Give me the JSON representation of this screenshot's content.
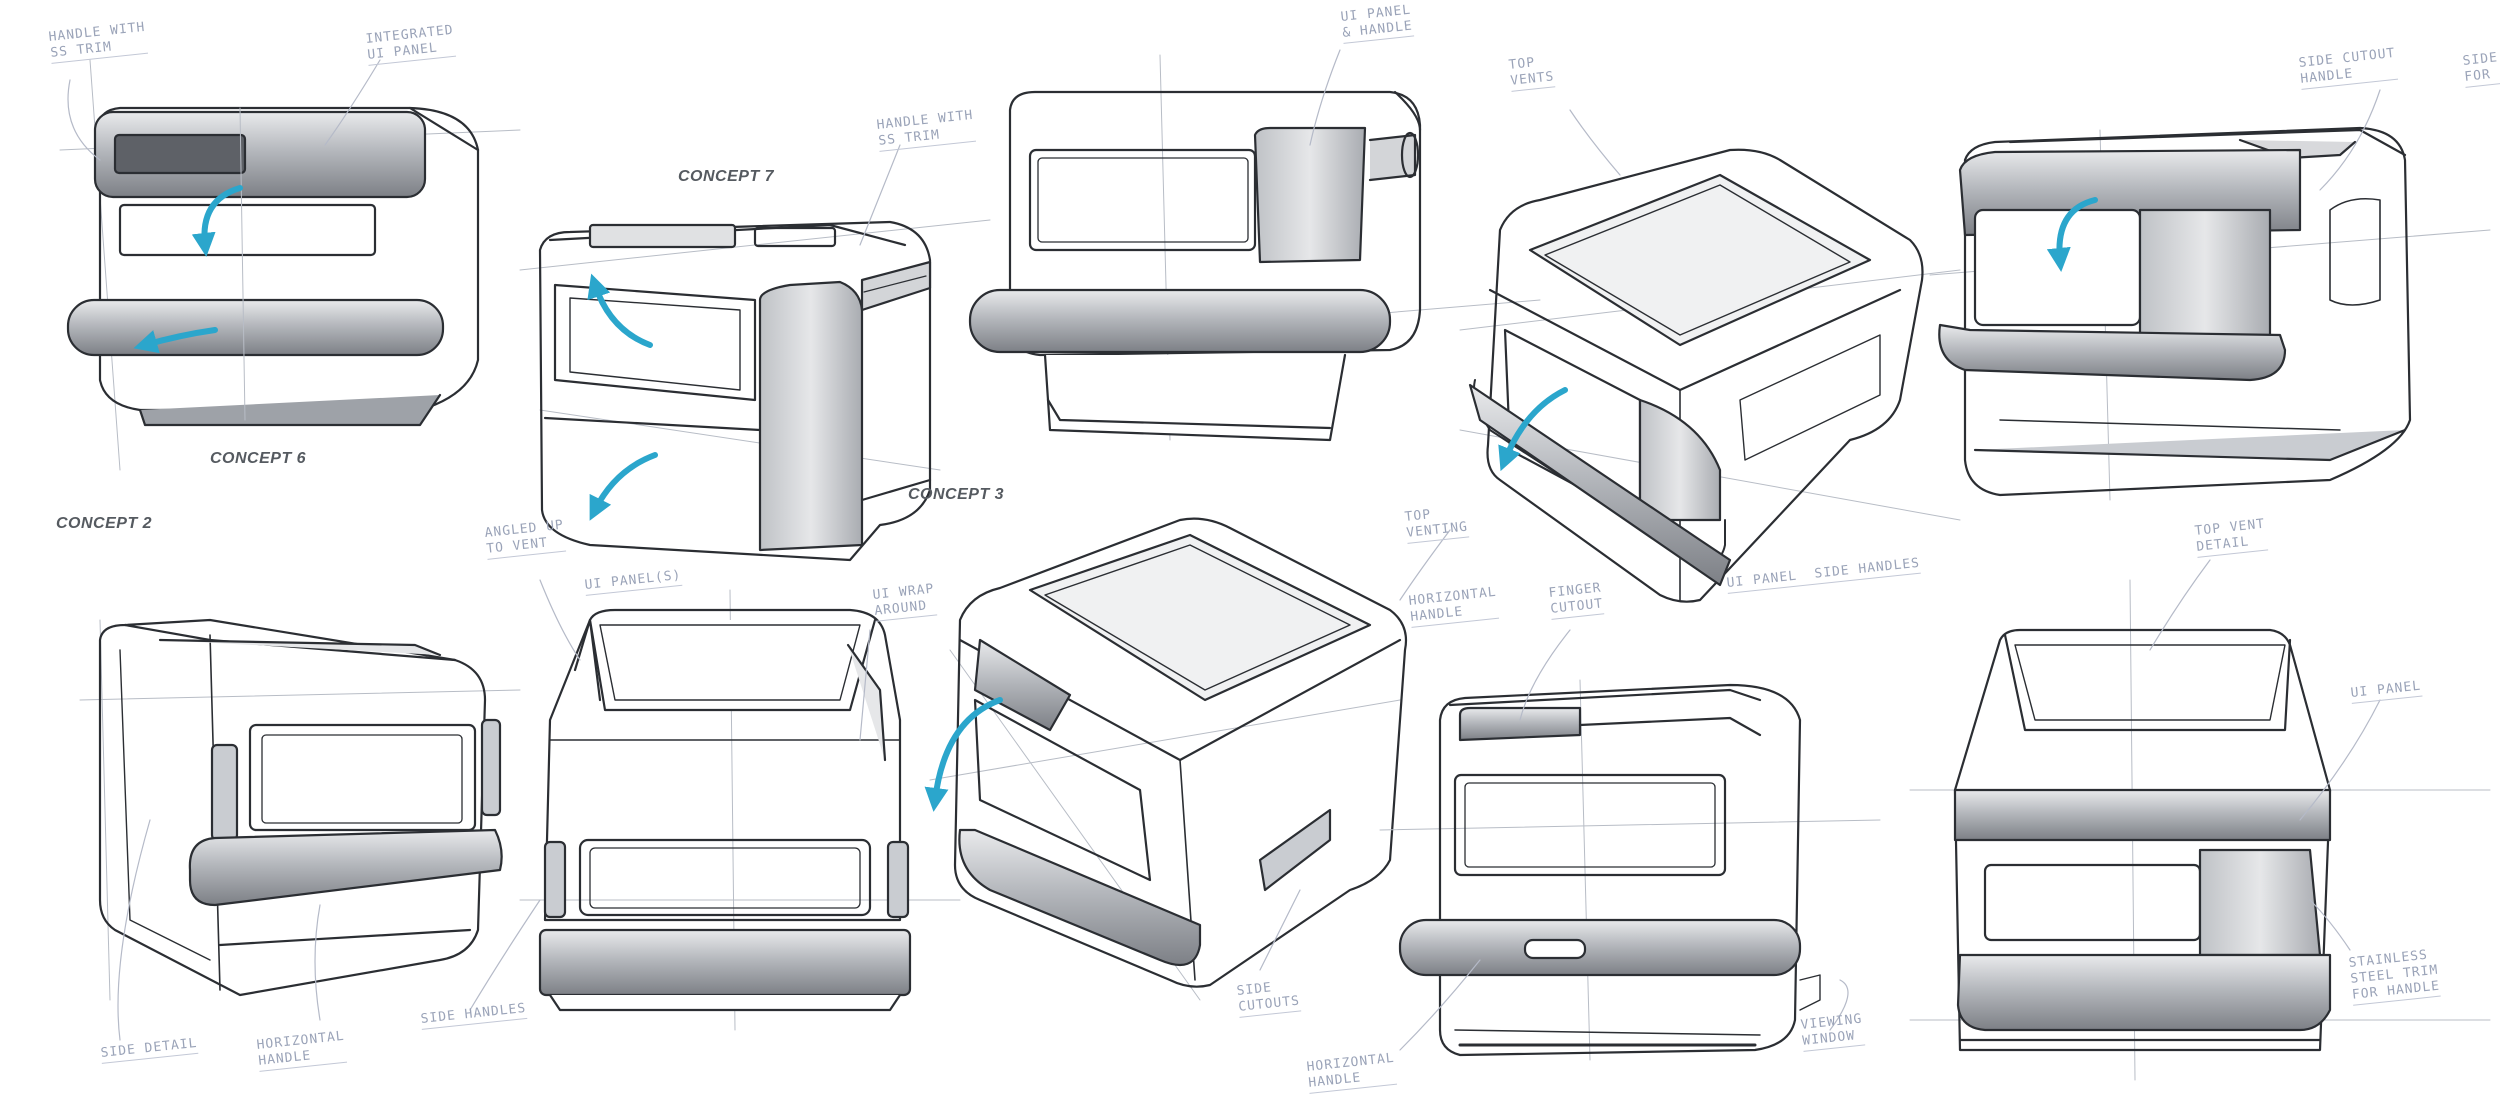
{
  "concepts": {
    "concept_6": "CONCEPT 6",
    "concept_7": "CONCEPT 7",
    "concept_3": "CONCEPT 3",
    "concept_2": "CONCEPT 2"
  },
  "annotations": {
    "handle_ss_trim_a": "HANDLE WITH\nSS TRIM",
    "integrated_ui_panel": "INTEGRATED\nUI PANEL",
    "ui_panel_handle": "UI PANEL\n& HANDLE",
    "handle_ss_trim_b": "HANDLE WITH\nSS TRIM",
    "top_vents": "TOP\nVENTS",
    "side_cutout_handle": "SIDE CUTOUT\nHANDLE",
    "side_for": "SIDE\nFOR",
    "angled_up_to_vent": "ANGLED UP\nTO VENT",
    "ui_panels": "UI PANEL(S)",
    "ui_wrap_around": "UI WRAP\nAROUND",
    "top_venting": "TOP\nVENTING",
    "horizontal_handle_a": "HORIZONTAL\nHANDLE",
    "finger_cutout": "FINGER\nCUTOUT",
    "ui_panel_side_handles": "UI PANEL  SIDE HANDLES",
    "top_vent_detail": "TOP VENT\nDETAIL",
    "ui_panel": "UI PANEL",
    "side_detail": "SIDE DETAIL",
    "horizontal_handle_b": "HORIZONTAL\nHANDLE",
    "side_handles": "SIDE HANDLES",
    "side_cutouts": "SIDE\nCUTOUTS",
    "horizontal_handle_c": "HORIZONTAL\nHANDLE",
    "viewing_window": "VIEWING\nWINDOW",
    "stainless_steel_trim": "STAINLESS\nSTEEL TRIM\nFOR HANDLE"
  },
  "colors": {
    "ink": "#2b2e33",
    "construction": "#b8bdc6",
    "shade": "#c9ccd1",
    "shade_dark": "#9ea2a8",
    "accent_arrow": "#2ba6cc",
    "note": "#9aa3b8"
  }
}
